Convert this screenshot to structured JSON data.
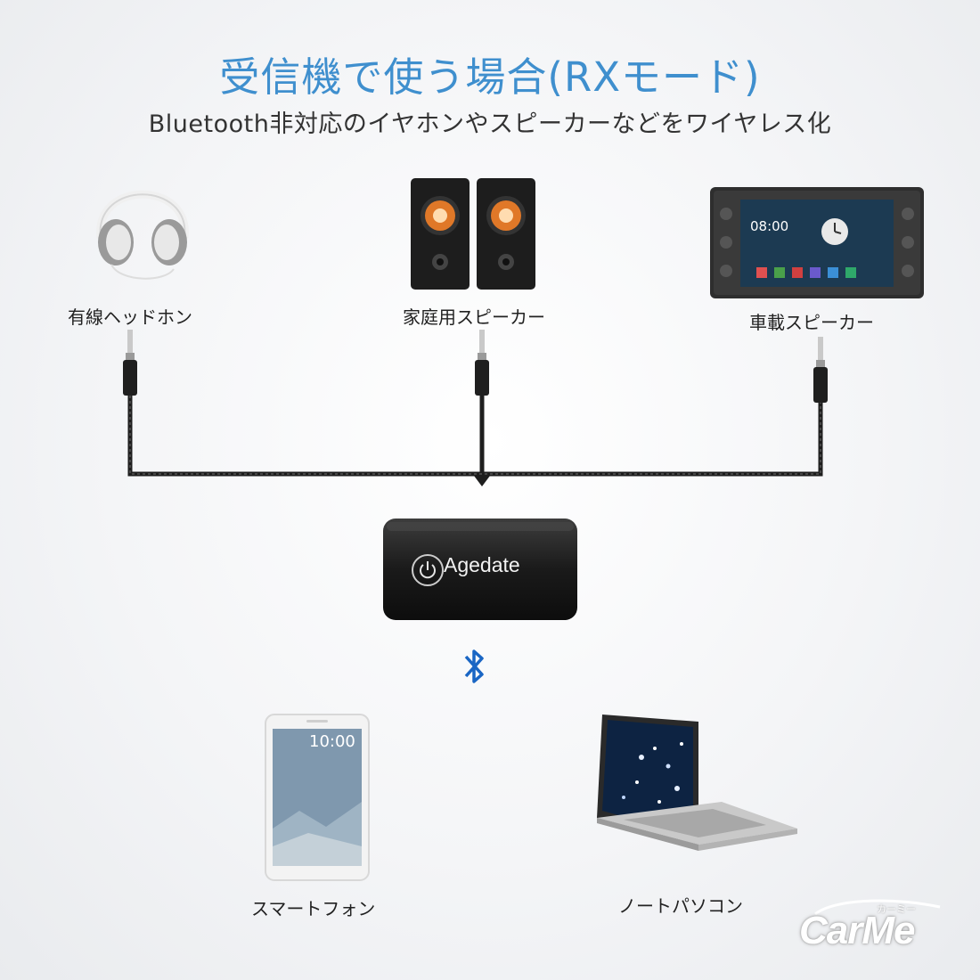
{
  "title": "受信機で使う場合(RXモード)",
  "subtitle": "Bluetooth非対応のイヤホンやスピーカーなどをワイヤレス化",
  "outputs": [
    {
      "label": "有線ヘッドホン"
    },
    {
      "label": "家庭用スピーカー"
    },
    {
      "label": "車載スピーカー"
    }
  ],
  "device": {
    "brand": "Agedate",
    "icon": "power-icon"
  },
  "connection": {
    "icon": "bluetooth-icon",
    "color": "#1a66c4"
  },
  "car_screen": {
    "time": "08:00"
  },
  "phone_screen": {
    "time": "10:00"
  },
  "sources": [
    {
      "label": "スマートフォン"
    },
    {
      "label": "ノートパソコン"
    }
  ],
  "watermark": {
    "text": "CarMe",
    "kana": "カーミー"
  },
  "colors": {
    "title": "#3f8fce",
    "bluetooth": "#1a66c4"
  }
}
